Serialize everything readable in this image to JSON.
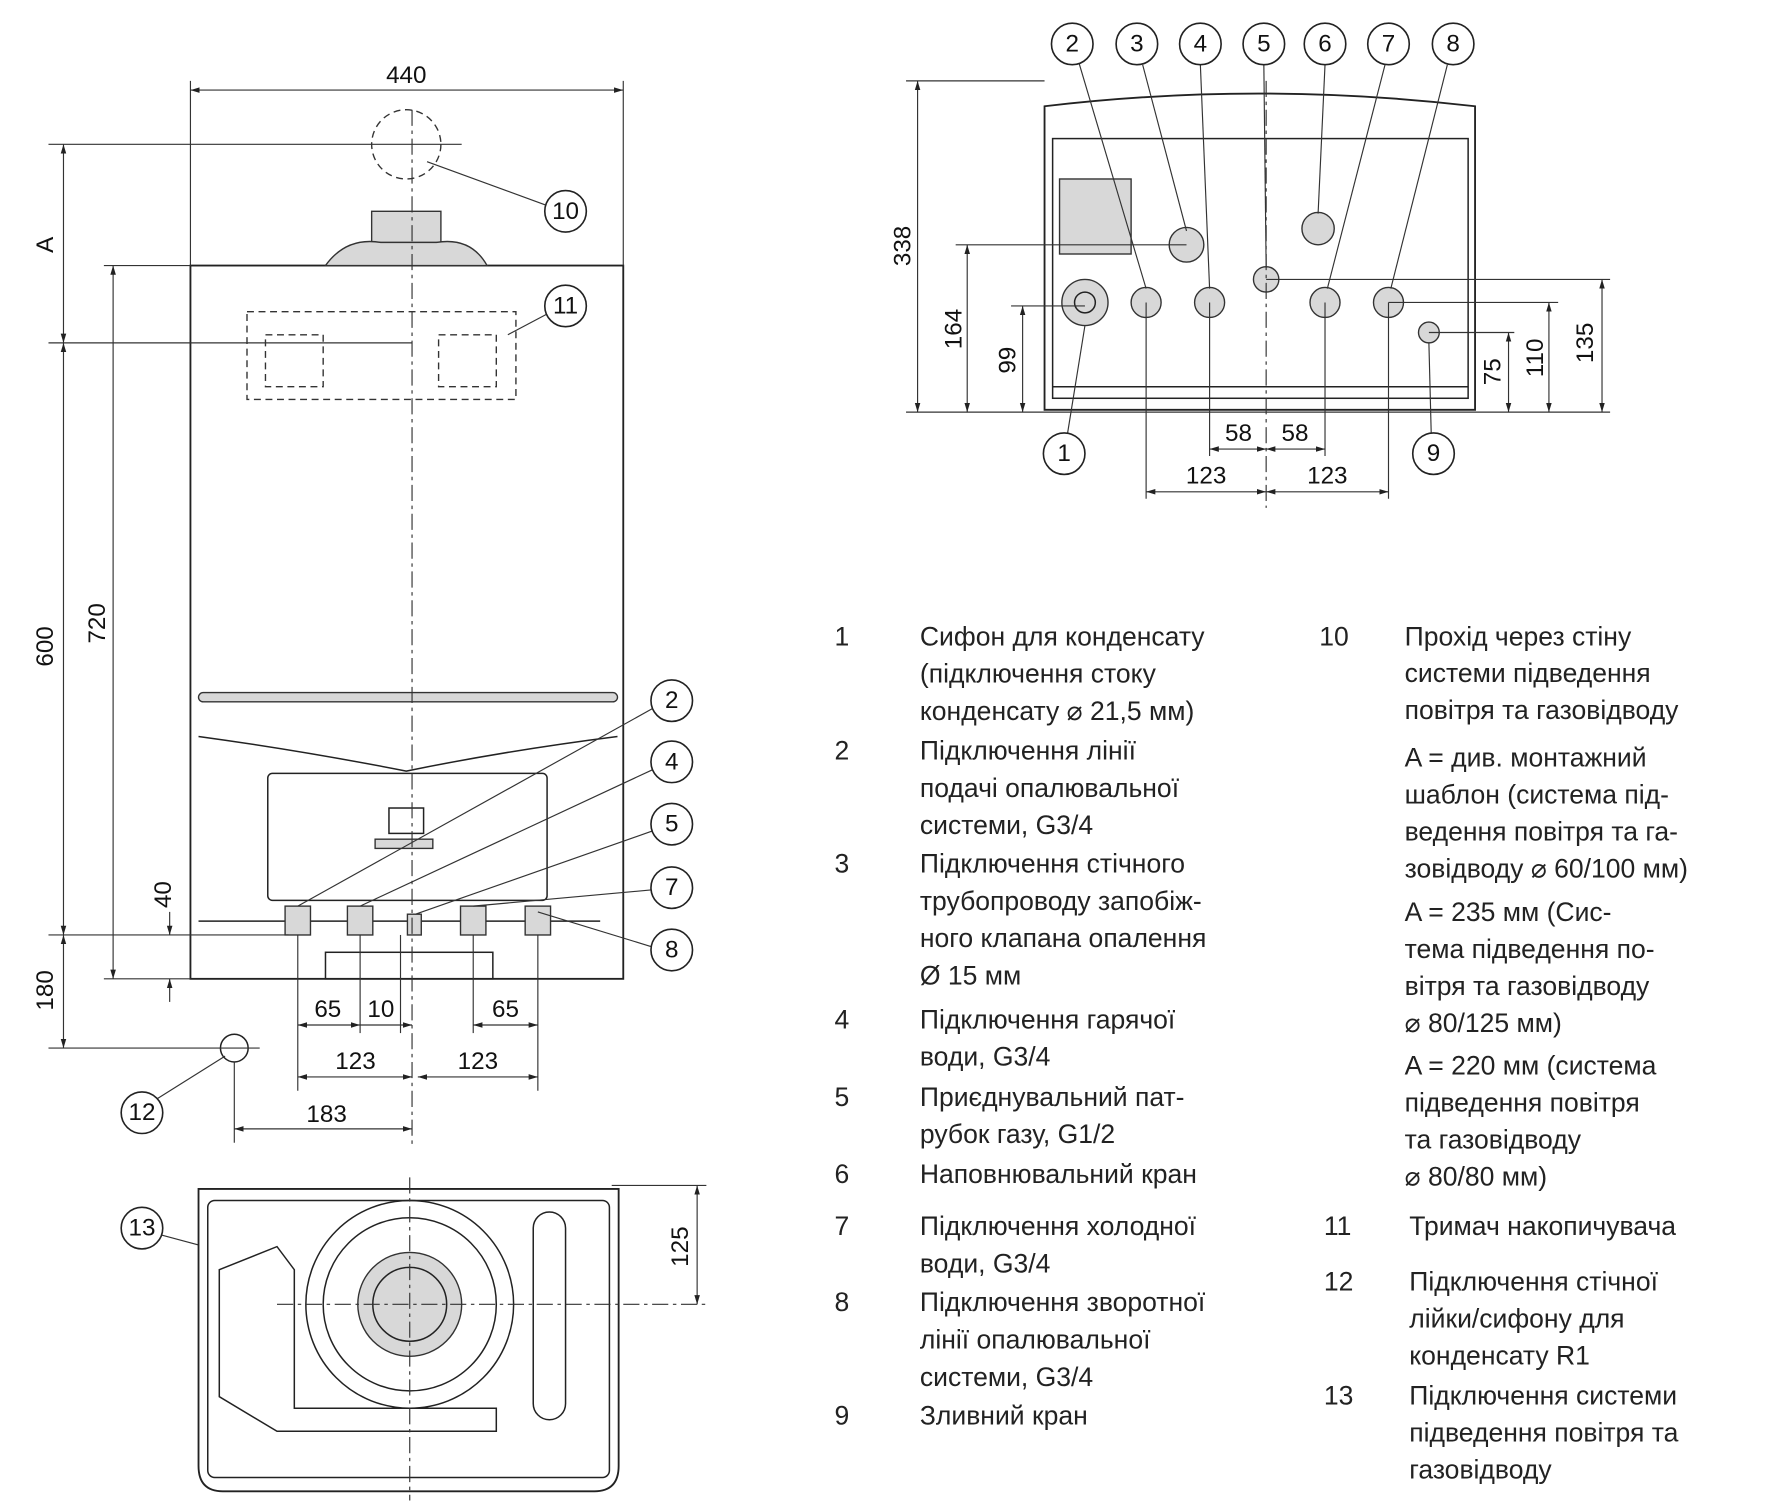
{
  "front_view": {
    "dims": {
      "width": "440",
      "a": "A",
      "h600": "600",
      "h720": "720",
      "h180": "180",
      "h40": "40",
      "d65_left": "65",
      "d10": "10",
      "d65_right": "65",
      "d123_left": "123",
      "d123_right": "123",
      "d183": "183"
    },
    "callouts": [
      "2",
      "4",
      "5",
      "7",
      "8",
      "10",
      "11",
      "12"
    ]
  },
  "bottom_view": {
    "dims": {
      "d125": "125"
    },
    "callouts": [
      "13"
    ]
  },
  "connection_view": {
    "callouts": [
      "2",
      "3",
      "4",
      "5",
      "6",
      "7",
      "8",
      "1",
      "9"
    ],
    "dims": {
      "h338": "338",
      "h164": "164",
      "h99": "99",
      "h75": "75",
      "h110": "110",
      "h135": "135",
      "d58_left": "58",
      "d58_right": "58",
      "d123_left": "123",
      "d123_right": "123"
    }
  },
  "legend": {
    "left": [
      {
        "num": "1",
        "lines": [
          "Сифон для конденсату",
          "(підключення стоку",
          "конденсату ⌀ 21,5 мм)"
        ]
      },
      {
        "num": "2",
        "lines": [
          "Підключення лінії",
          "подачі опалювальної",
          "системи, G3/4"
        ]
      },
      {
        "num": "3",
        "lines": [
          "Підключення стічного",
          "трубопроводу запобіж-",
          "ного клапана опалення",
          "Ø 15 мм"
        ]
      },
      {
        "num": "4",
        "lines": [
          "Підключення гарячої",
          "води, G3/4"
        ]
      },
      {
        "num": "5",
        "lines": [
          "Приєднувальний пат-",
          "рубок газу, G1/2"
        ]
      },
      {
        "num": "6",
        "lines": [
          "Наповнювальний кран"
        ]
      },
      {
        "num": "7",
        "lines": [
          "Підключення холодної",
          "води, G3/4"
        ]
      },
      {
        "num": "8",
        "lines": [
          "Підключення зворотної",
          "лінії опалювальної",
          "системи, G3/4"
        ]
      },
      {
        "num": "9",
        "lines": [
          "Зливний кран"
        ]
      }
    ],
    "right": [
      {
        "num": "10",
        "lines": [
          "Прохід через стіну",
          "системи підведення",
          "повітря та газовідводу"
        ]
      },
      {
        "num": "",
        "lines": [
          "A = див. монтажний",
          "шаблон (система під-",
          "ведення повітря та га-",
          "зовідводу ⌀ 60/100 мм)"
        ]
      },
      {
        "num": "",
        "lines": [
          "A = 235 мм (Сис-",
          "тема підведення по-",
          "вітря та газовідводу",
          "⌀ 80/125 мм)"
        ]
      },
      {
        "num": "",
        "lines": [
          "A = 220 мм (система",
          "підведення повітря",
          "та газовідводу",
          "⌀ 80/80 мм)"
        ]
      },
      {
        "num": "11",
        "lines": [
          "Тримач накопичувача"
        ]
      },
      {
        "num": "12",
        "lines": [
          "Підключення стічної",
          "лійки/сифону для",
          "конденсату R1"
        ]
      },
      {
        "num": "13",
        "lines": [
          "Підключення системи",
          "підведення повітря та",
          "газовідводу"
        ]
      }
    ]
  }
}
